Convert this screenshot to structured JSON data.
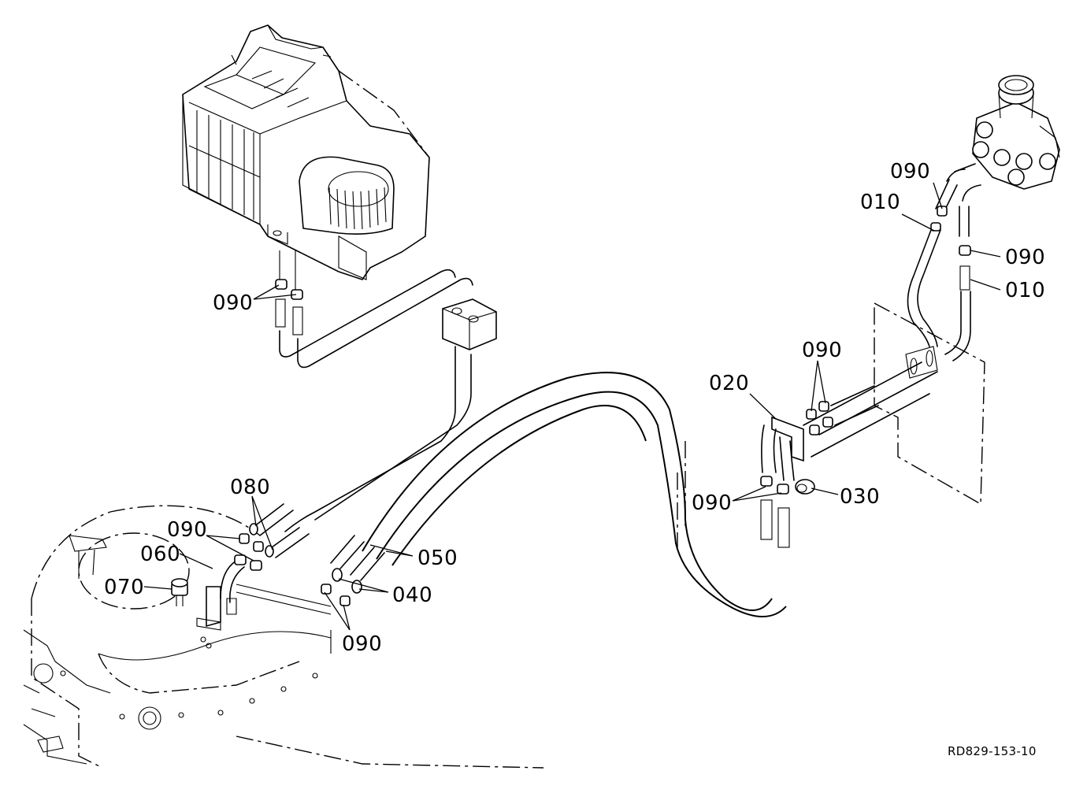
{
  "drawing": {
    "code": "RD829-153-10"
  },
  "labels": {
    "p090_top_right": "090",
    "p010_top_right": "010",
    "p090_right": "090",
    "p010_right": "010",
    "p090_heater": "090",
    "p090_center_right": "090",
    "p020": "020",
    "p090_lower_center": "090",
    "p030": "030",
    "p080": "080",
    "p090_left": "090",
    "p060": "060",
    "p070": "070",
    "p050": "050",
    "p040": "040",
    "p090_bottom": "090"
  }
}
